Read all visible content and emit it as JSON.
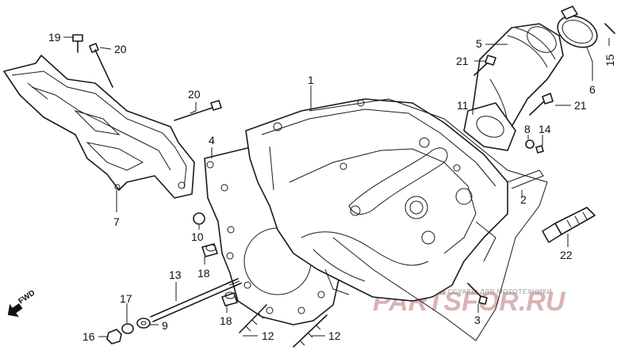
{
  "callouts": {
    "c1": "1",
    "c2": "2",
    "c3": "3",
    "c4": "4",
    "c5": "5",
    "c6": "6",
    "c7": "7",
    "c8": "8",
    "c9": "9",
    "c10": "10",
    "c11": "11",
    "c12a": "12",
    "c12b": "12",
    "c13": "13",
    "c14": "14",
    "c15": "15",
    "c16": "16",
    "c17": "17",
    "c18a": "18",
    "c18b": "18",
    "c19": "19",
    "c20a": "20",
    "c20b": "20",
    "c21a": "21",
    "c21b": "21",
    "c22": "22"
  },
  "direction_marker": "FWD",
  "watermark": {
    "caption": "ЗАПЧАСТИ И АКСЕССУАРЫ ДЛЯ МОТОТЕХНИКИ",
    "logo_text": "PARTSFOR.RU"
  }
}
